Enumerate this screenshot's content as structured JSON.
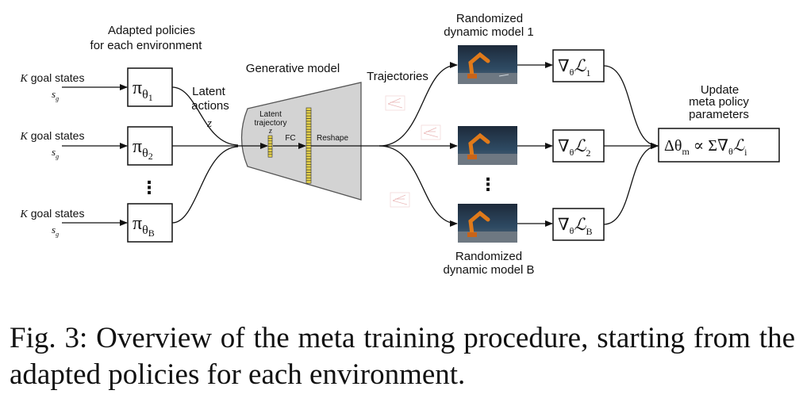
{
  "inputs": [
    {
      "label_k": "K",
      "label_rest": " goal states",
      "sub": "s",
      "sub_g": "g"
    },
    {
      "label_k": "K",
      "label_rest": " goal states",
      "sub": "s",
      "sub_g": "g"
    },
    {
      "label_k": "K",
      "label_rest": " goal states",
      "sub": "s",
      "sub_g": "g"
    }
  ],
  "policy_header": [
    "Adapted policies",
    "for each environment"
  ],
  "policies": [
    {
      "symbol": "π",
      "sub": "θ",
      "idx": "1"
    },
    {
      "symbol": "π",
      "sub": "θ",
      "idx": "2"
    },
    {
      "symbol": "π",
      "sub": "θ",
      "idx": "B"
    }
  ],
  "dots": "⋮",
  "latent_actions": [
    "Latent",
    "actions",
    "z"
  ],
  "generative": {
    "title": "Generative model",
    "latent_trajectory": [
      "Latent",
      "trajectory",
      "z"
    ],
    "fc": "FC",
    "reshape": "Reshape"
  },
  "trajectories_label": "Trajectories",
  "dyn_top": [
    "Randomized",
    "dynamic model 1"
  ],
  "dyn_bottom": [
    "Randomized",
    "dynamic model B"
  ],
  "gradients": [
    {
      "nabla": "∇",
      "theta": "θ",
      "L": "ℒ",
      "idx": "1"
    },
    {
      "nabla": "∇",
      "theta": "θ",
      "L": "ℒ",
      "idx": "2"
    },
    {
      "nabla": "∇",
      "theta": "θ",
      "L": "ℒ",
      "idx": "B"
    }
  ],
  "update_label": [
    "Update",
    "meta policy",
    "parameters"
  ],
  "update_box": {
    "delta": "Δθ",
    "m": "m",
    "prop": " ∝ Σ∇",
    "theta": "θ",
    "L": "ℒ",
    "i": "i"
  },
  "caption": "Fig. 3: Overview of the meta training procedure, starting from the adapted policies for each environment."
}
